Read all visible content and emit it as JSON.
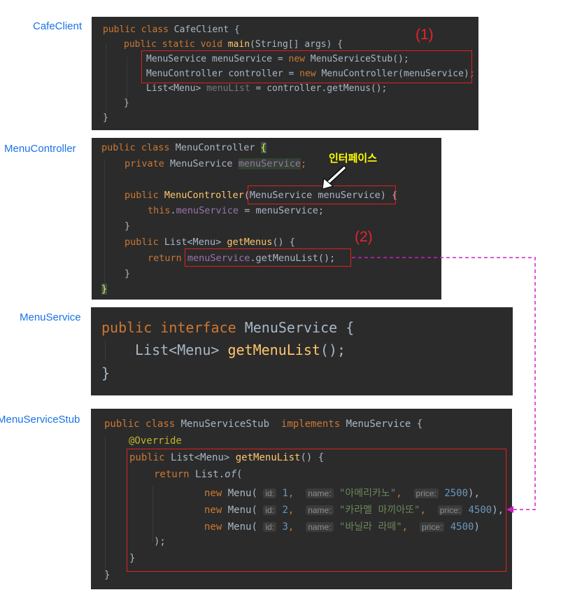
{
  "labels": {
    "cafe_client": "CafeClient",
    "menu_controller": "MenuController",
    "menu_service": "MenuService",
    "menu_service_stub": "MenuServiceStub"
  },
  "annotations": {
    "step1": "(1)",
    "step2": "(2)",
    "interface_note": "인터페이스"
  },
  "colors": {
    "editor_background": "#2b2b2b",
    "keyword": "#cc7832",
    "method": "#ffc66d",
    "field": "#9876aa",
    "string": "#6a8759",
    "number": "#6897bb",
    "annotation": "#bbb529",
    "highlight_box": "#e02020",
    "connector": "#d020c0",
    "label": "#1a73e8"
  },
  "cafe_client": {
    "kw_public": "public",
    "kw_class": "class",
    "class_name": "CafeClient",
    "open_brace": "{",
    "main_sig": {
      "kw_public": "public",
      "kw_static": "static",
      "kw_void": "void",
      "method": "main",
      "params": "(String[] args) {"
    },
    "line1": {
      "pre": "MenuService menuService = ",
      "kw_new": "new",
      "post": " MenuServiceStub();"
    },
    "line2": {
      "pre": "MenuController controller = ",
      "kw_new": "new",
      "post": " MenuController(menuService);"
    },
    "line3": {
      "pre": "List<Menu> ",
      "var_unused": "menuList",
      "post": " = controller.getMenus();"
    },
    "close_method": "}",
    "close_class": "}"
  },
  "menu_controller": {
    "kw_public": "public",
    "kw_class": "class",
    "class_name": "MenuController",
    "open_brace": "{",
    "field_line": {
      "kw_private": "private",
      "type": "MenuService",
      "field": "menuService",
      "semi": ";"
    },
    "ctor": {
      "kw_public": "public",
      "name": "MenuController",
      "params": "(MenuService menuService)",
      "brace": " {"
    },
    "assign": {
      "kw_this": "this",
      "dot": ".",
      "field": "menuService",
      "rhs": " = menuService;"
    },
    "close_ctor": "}",
    "getmenus_sig": {
      "kw_public": "public",
      "type": "List<Menu>",
      "method": "getMenus",
      "rest": "() {"
    },
    "return_line": {
      "kw_return": "return",
      "field": "menuService",
      "call": ".getMenuList();"
    },
    "close_method": "}",
    "close_class": "}"
  },
  "menu_service": {
    "kw_public": "public",
    "kw_interface": "interface",
    "name": "MenuService",
    "open_brace": "{",
    "method_line": {
      "type": "List<Menu>",
      "method": "getMenuList",
      "rest": "();"
    },
    "close_brace": "}"
  },
  "menu_service_stub": {
    "kw_public": "public",
    "kw_class": "class",
    "class_name": "MenuServiceStub",
    "kw_implements": "implements",
    "interface_name": "MenuService",
    "open_brace": "{",
    "override": "@Override",
    "method_sig": {
      "kw_public": "public",
      "type": "List<Menu>",
      "method": "getMenuList",
      "rest": "() {"
    },
    "return_line": {
      "kw_return": "return",
      "list": "List.",
      "of": "of",
      "paren": "("
    },
    "param_hints": {
      "id": "id:",
      "name": "name:",
      "price": "price:"
    },
    "kw_new": "new",
    "ctor_name": "Menu(",
    "menus": [
      {
        "id": "1",
        "name": "\"아메리카노\"",
        "price": "2500",
        "end": "),"
      },
      {
        "id": "2",
        "name": "\"카라멜 마끼아또\"",
        "price": "4500",
        "end": "),"
      },
      {
        "id": "3",
        "name": "\"바닐라 라떼\"",
        "price": "4500",
        "end": ")"
      }
    ],
    "comma": ",",
    "close_of": ");",
    "close_method": "}",
    "close_class": "}"
  }
}
